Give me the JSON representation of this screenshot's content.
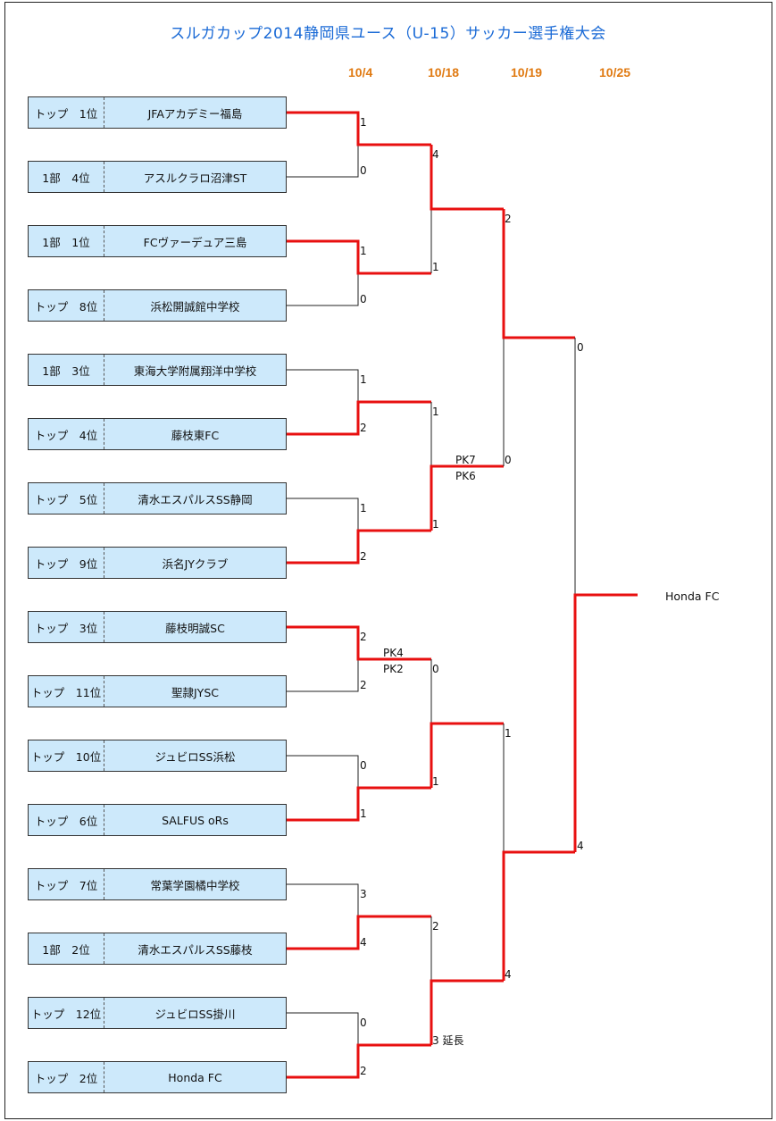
{
  "title": "スルガカップ2014静岡県ユース（U-15）サッカー選手権大会",
  "dates": [
    "10/4",
    "10/18",
    "10/19",
    "10/25"
  ],
  "teams": [
    {
      "rank": "トップ　1位",
      "name": "JFAアカデミー福島"
    },
    {
      "rank": "1部　4位",
      "name": "アスルクラロ沼津ST"
    },
    {
      "rank": "1部　1位",
      "name": "FCヴァーデュア三島"
    },
    {
      "rank": "トップ　8位",
      "name": "浜松開誠館中学校"
    },
    {
      "rank": "1部　3位",
      "name": "東海大学附属翔洋中学校"
    },
    {
      "rank": "トップ　4位",
      "name": "藤枝東FC"
    },
    {
      "rank": "トップ　5位",
      "name": "清水エスパルスSS静岡"
    },
    {
      "rank": "トップ　9位",
      "name": "浜名JYクラブ"
    },
    {
      "rank": "トップ　3位",
      "name": "藤枝明誠SC"
    },
    {
      "rank": "トップ　11位",
      "name": "聖隷JYSC"
    },
    {
      "rank": "トップ　10位",
      "name": "ジュビロSS浜松"
    },
    {
      "rank": "トップ　6位",
      "name": "SALFUS oRs"
    },
    {
      "rank": "トップ　7位",
      "name": "常葉学園橘中学校"
    },
    {
      "rank": "1部　2位",
      "name": "清水エスパルスSS藤枝"
    },
    {
      "rank": "トップ　12位",
      "name": "ジュビロSS掛川"
    },
    {
      "rank": "トップ　2位",
      "name": "Honda FC"
    }
  ],
  "scores": {
    "r1": [
      "1",
      "0",
      "1",
      "0",
      "1",
      "2",
      "1",
      "2",
      "2",
      "2",
      "0",
      "1",
      "3",
      "4",
      "0",
      "2"
    ],
    "r2": [
      "4",
      "1",
      "1",
      "1",
      "0",
      "1",
      "2",
      "3 延長"
    ],
    "r3": [
      "2",
      "0",
      "1",
      "4"
    ],
    "final": [
      "0",
      "4"
    ],
    "pk": [
      "PK7",
      "PK6",
      "PK4",
      "PK2"
    ]
  },
  "champion": "Honda FC",
  "colors": {
    "win_line": "#e81010",
    "lose_line": "#222222",
    "team_bg": "#cde9fb",
    "title": "#1a6ad6",
    "date": "#e07a12"
  }
}
